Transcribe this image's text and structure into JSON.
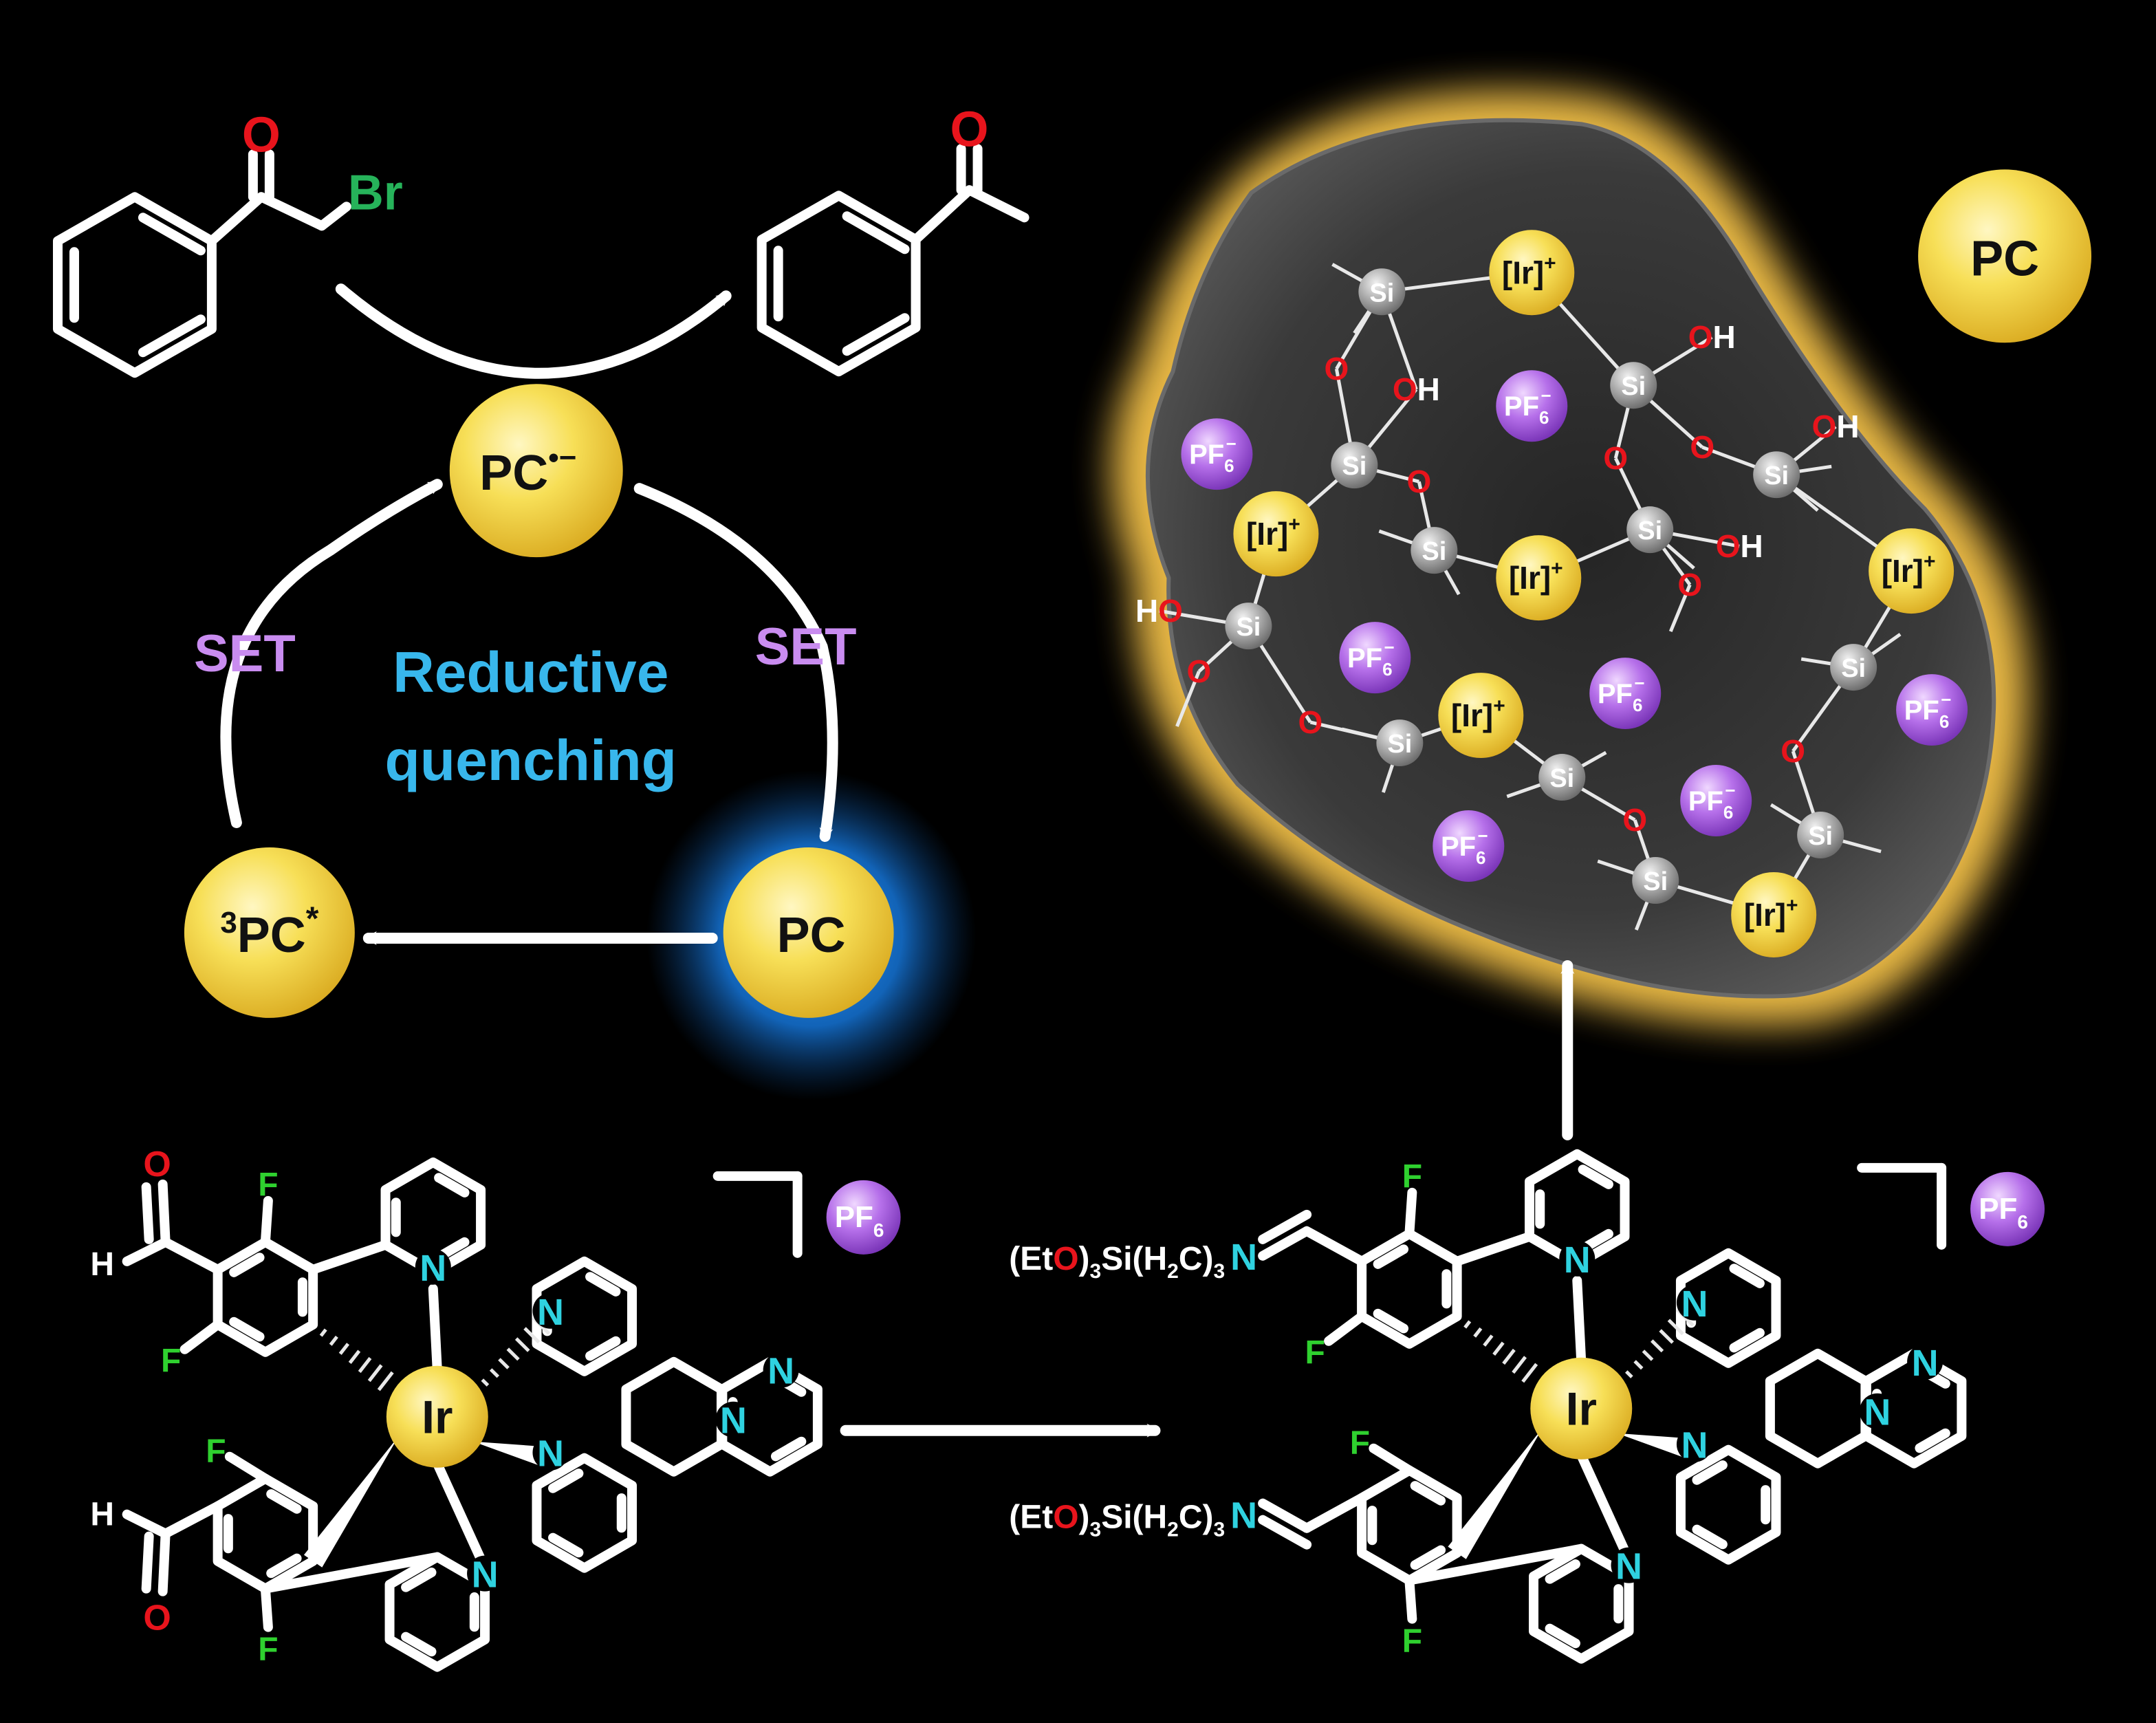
{
  "colors": {
    "background": "#000000",
    "oxygen": "#e8141c",
    "bromine": "#26b35a",
    "fluorine": "#2fd12f",
    "nitrogen": "#2fd2e0",
    "set_label": "#c98cf0",
    "reductive_label": "#38b7ec",
    "pc_sphere": "#f5d84a",
    "pf6_sphere": "#b470e8",
    "si_sphere": "#a8a8a8",
    "blue_glow": "#1479d6",
    "yellow_glow": "#f5c24a"
  },
  "substrate": {
    "O": "O",
    "Br": "Br"
  },
  "product": {
    "O": "O"
  },
  "cycle": {
    "pc_radical_anion": "PC",
    "pc_radical_anion_sup": "•−",
    "pc": "PC",
    "pc_triplet": "PC",
    "pc_triplet_pre": "3",
    "pc_triplet_sup": "*",
    "set_left": "SET",
    "set_right": "SET",
    "reductive_line1": "Reductive",
    "reductive_line2": "quenching"
  },
  "particle": {
    "pc_label": "PC",
    "ir_label": "[Ir]",
    "ir_charge": "+",
    "pf6_main": "PF",
    "pf6_sub": "6",
    "pf6_sup": "−",
    "si": "Si",
    "o": "O",
    "h": "H"
  },
  "complex_left": {
    "metal": "Ir",
    "n": "N",
    "f": "F",
    "o": "O",
    "h": "H",
    "counter_main": "PF",
    "counter_sub": "6"
  },
  "complex_right": {
    "metal": "Ir",
    "n": "N",
    "f": "F",
    "silane_pre": "(Et",
    "silane_o": "O",
    "silane_mid1": ")",
    "silane_sub3": "3",
    "silane_mid2": "Si(H",
    "silane_sub2": "2",
    "silane_mid3": "C)",
    "silane_sub3b": "3",
    "silane_n": "N",
    "counter_main": "PF",
    "counter_sub": "6"
  }
}
